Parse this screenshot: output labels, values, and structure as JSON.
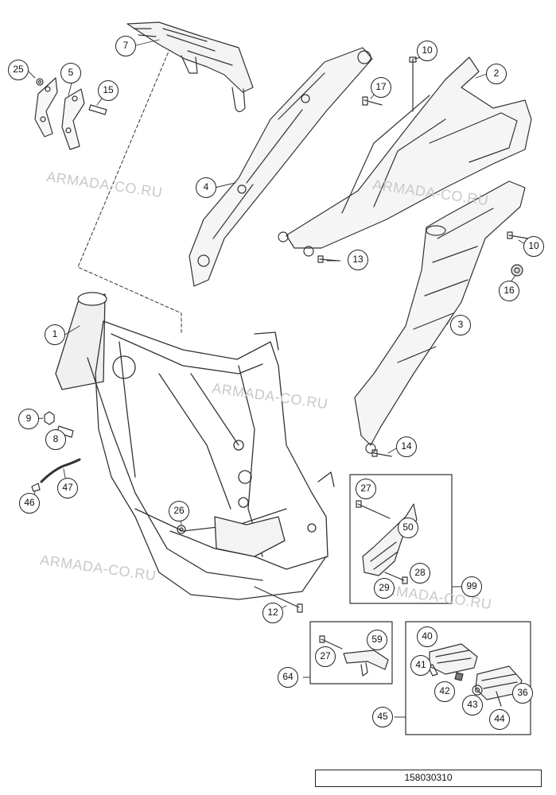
{
  "watermark": "ARMADA-CO.RU",
  "part_number": "158030310",
  "callouts": {
    "c1": "1",
    "c2": "2",
    "c3": "3",
    "c4": "4",
    "c5": "5",
    "c7": "7",
    "c8": "8",
    "c9": "9",
    "c10a": "10",
    "c10b": "10",
    "c12": "12",
    "c13": "13",
    "c14": "14",
    "c15": "15",
    "c16": "16",
    "c17": "17",
    "c25": "25",
    "c26": "26",
    "c27a": "27",
    "c27b": "27",
    "c28": "28",
    "c29": "29",
    "c36": "36",
    "c40": "40",
    "c41": "41",
    "c42": "42",
    "c43": "43",
    "c44": "44",
    "c45": "45",
    "c46": "46",
    "c47": "47",
    "c50": "50",
    "c59": "59",
    "c64": "64",
    "c99": "99"
  }
}
